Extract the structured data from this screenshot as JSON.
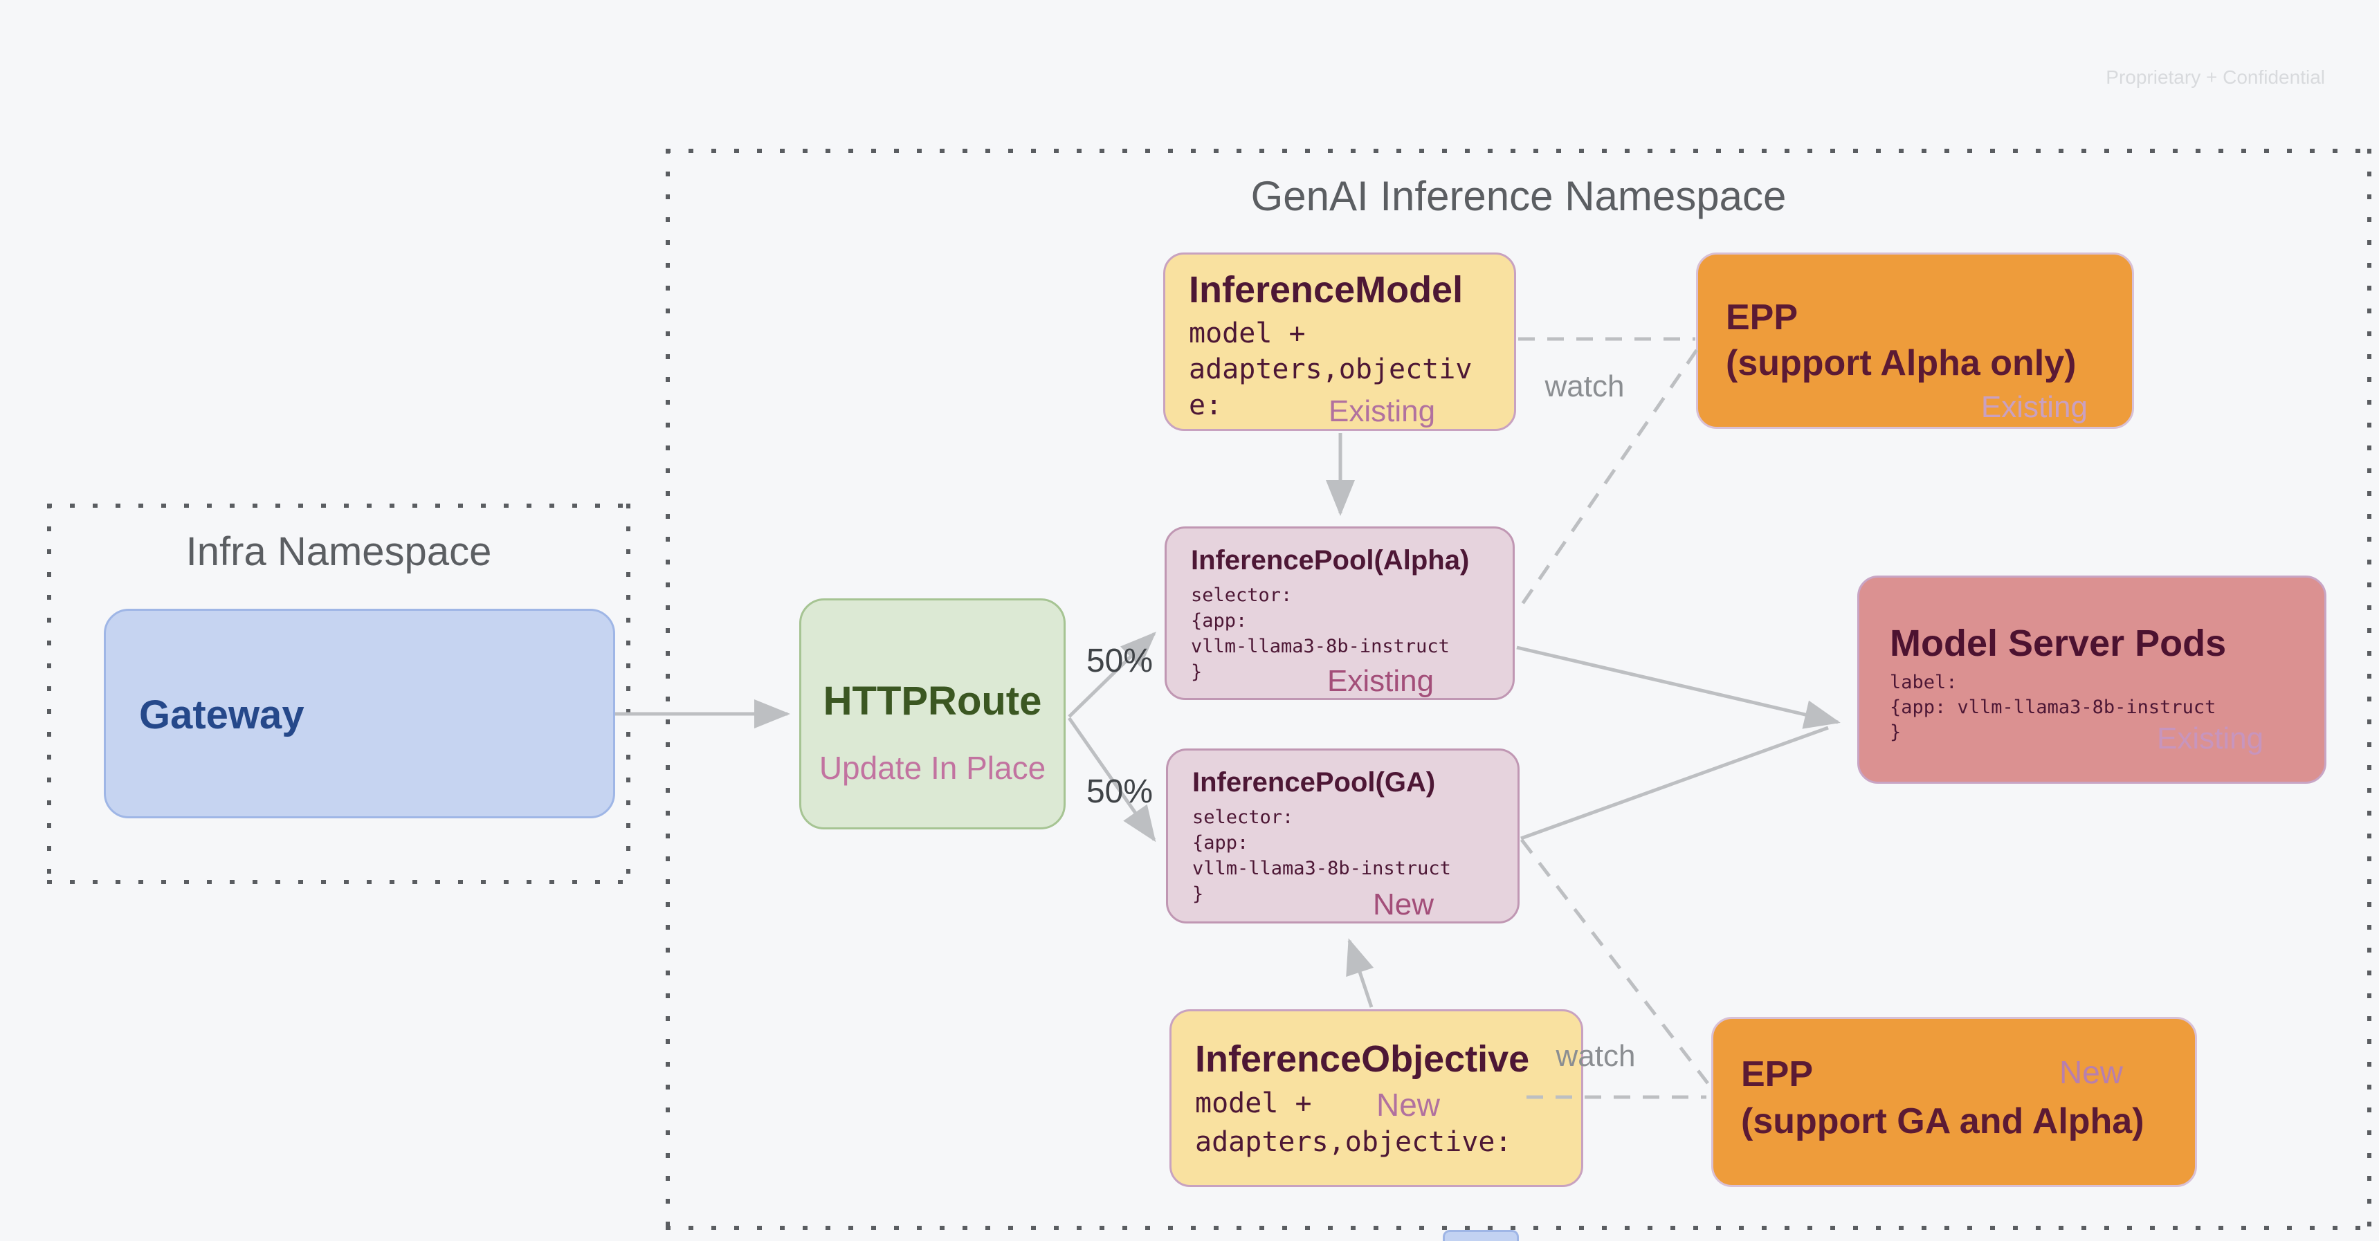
{
  "slide": {
    "confidential_note": "Proprietary + Confidential",
    "infra_namespace": {
      "title": "Infra Namespace",
      "gateway": {
        "title": "Gateway"
      }
    },
    "genai_namespace": {
      "title": "GenAI Inference Namespace",
      "httproute": {
        "title": "HTTPRoute",
        "note": "Update In Place"
      },
      "inference_model": {
        "title": "InferenceModel",
        "code": [
          "model +",
          "adapters,objectiv",
          "e:"
        ],
        "status": "Existing"
      },
      "epp_alpha": {
        "title": "EPP",
        "subtitle": "(support Alpha only)",
        "status": "Existing"
      },
      "inference_pool_alpha": {
        "title": "InferencePool(Alpha)",
        "code": [
          "selector:",
          "{app:",
          "vllm-llama3-8b-instruct",
          "}"
        ],
        "status": "Existing"
      },
      "inference_pool_ga": {
        "title": "InferencePool(GA)",
        "code": [
          "selector:",
          "{app:",
          "vllm-llama3-8b-instruct",
          "}"
        ],
        "status": "New"
      },
      "model_server_pods": {
        "title": "Model Server Pods",
        "code": [
          "label:",
          "{app: vllm-llama3-8b-instruct",
          "}"
        ],
        "status": "Existing"
      },
      "inference_objective": {
        "title": "InferenceObjective",
        "code": [
          "model +",
          "adapters,objective:"
        ],
        "status": "New"
      },
      "epp_ga": {
        "title": "EPP",
        "subtitle": "(support GA and Alpha)",
        "status": "New"
      },
      "edge_labels": {
        "traffic_split_alpha": "50%",
        "traffic_split_ga": "50%",
        "watch_alpha": "watch",
        "watch_ga": "watch"
      }
    },
    "colors": {
      "background": "#F6F7F9",
      "gateway_fill": "#C6D4F1",
      "httproute_fill": "#DCE9D4",
      "resource_yellow_fill": "#F9E1A0",
      "pool_fill": "#E6D3DD",
      "epp_fill": "#EE9C3B",
      "pods_fill": "#DB9191",
      "connector_gray": "#BDBFC2",
      "status_mauve": "#B1719F",
      "status_magenta": "#A34E79",
      "title_maroon": "#4D1735"
    }
  }
}
